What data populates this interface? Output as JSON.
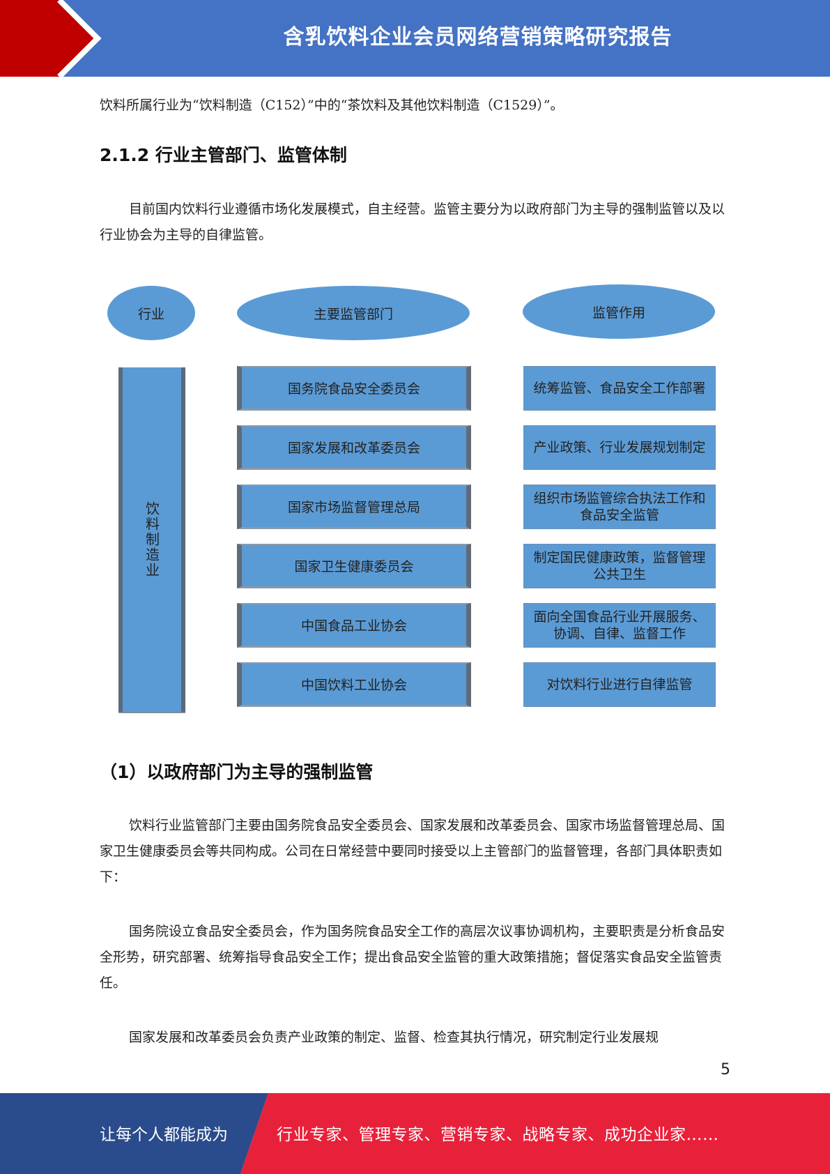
{
  "header": {
    "title": "含乳饮料企业会员网络营销策略研究报告"
  },
  "intro": "饮料所属行业为“饮料制造（C152）”中的“茶饮料及其他饮料制造（C1529）”。",
  "section_212": {
    "heading": "2.1.2 行业主管部门、监管体制",
    "paragraph": "目前国内饮料行业遵循市场化发展模式，自主经营。监管主要分为以政府部门为主导的强制监管以及以行业协会为主导的自律监管。"
  },
  "diagram": {
    "header_industry": "行业",
    "header_departments": "主要监管部门",
    "header_roles": "监管作用",
    "industry": "饮料制造业",
    "rows": [
      {
        "department": "国务院食品安全委员会",
        "role": "统筹监管、食品安全工作部署"
      },
      {
        "department": "国家发展和改革委员会",
        "role": "产业政策、行业发展规划制定"
      },
      {
        "department": "国家市场监督管理总局",
        "role": "组织市场监管综合执法工作和食品安全监管"
      },
      {
        "department": "国家卫生健康委员会",
        "role": "制定国民健康政策，监督管理公共卫生"
      },
      {
        "department": "中国食品工业协会",
        "role": "面向全国食品行业开展服务、协调、自律、监督工作"
      },
      {
        "department": "中国饮料工业协会",
        "role": "对饮料行业进行自律监管"
      }
    ]
  },
  "section_1": {
    "heading": "（1）以政府部门为主导的强制监管",
    "paragraph1": "饮料行业监管部门主要由国务院食品安全委员会、国家发展和改革委员会、国家市场监督管理总局、国家卫生健康委员会等共同构成。公司在日常经营中要同时接受以上主管部门的监督管理，各部门具体职责如下：",
    "paragraph2": "国务院设立食品安全委员会，作为国务院食品安全工作的高层次议事协调机构，主要职责是分析食品安全形势，研究部署、统筹指导食品安全工作；提出食品安全监管的重大政策措施；督促落实食品安全监管责任。",
    "paragraph3": "国家发展和改革委员会负责产业政策的制定、监督、检查其执行情况，研究制定行业发展规"
  },
  "page_number": "5",
  "footer": {
    "left": "让每个人都能成为",
    "right": "行业专家、管理专家、营销专家、战略专家、成功企业家……"
  },
  "colors": {
    "header_blue": "#4472c4",
    "header_red": "#c00000",
    "footer_navy": "#2b4c8c",
    "footer_red": "#e8213a",
    "box_blue": "#5b9bd5"
  }
}
